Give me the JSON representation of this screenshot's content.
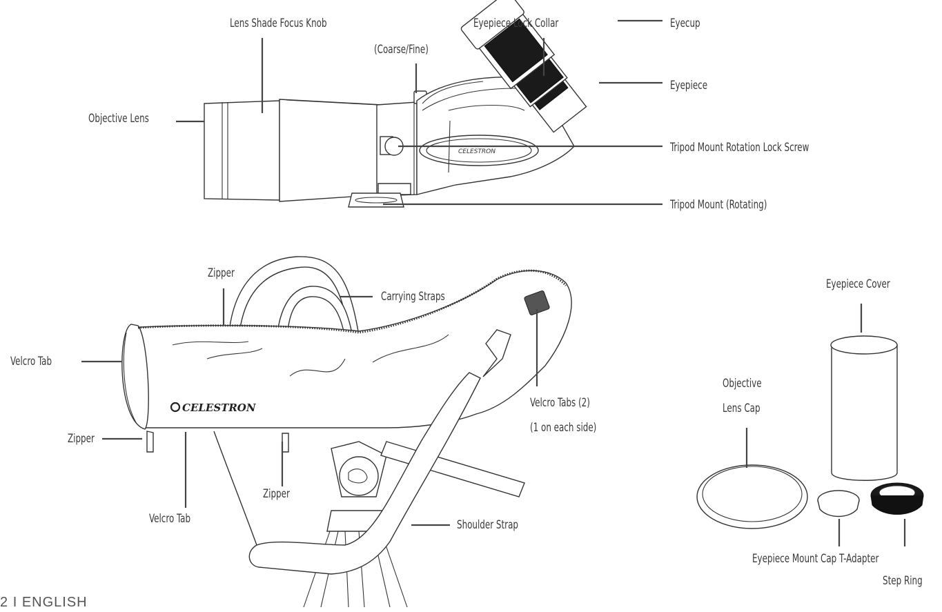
{
  "labels": {
    "lens_shade_focus_knob": "Lens Shade Focus Knob",
    "coarse_fine": "(Coarse/Fine)",
    "eyepiece_lock_collar": "Eyepiece Lock Collar",
    "eyecup": "Eyecup",
    "eyepiece": "Eyepiece",
    "objective_lens": "Objective Lens",
    "tripod_mount_rotation_lock_screw": "Tripod Mount Rotation Lock Screw",
    "tripod_mount_rotating": "Tripod Mount (Rotating)",
    "zipper_top": "Zipper",
    "carrying_straps": "Carrying Straps",
    "velcro_tab_left": "Velcro Tab",
    "zipper_left": "Zipper",
    "velcro_tab_bottom": "Velcro Tab",
    "zipper_bottom": "Zipper",
    "velcro_tabs_2": "Velcro Tabs (2)",
    "one_on_each_side": "(1 on each side)",
    "shoulder_strap": "Shoulder Strap",
    "eyepiece_cover": "Eyepiece Cover",
    "objective_lens_cap_line1": "Objective",
    "objective_lens_cap_line2": "Lens Cap",
    "eyepiece_mount_cap_t_adapter": "Eyepiece Mount Cap T-Adapter",
    "step_ring": "Step Ring"
  },
  "bag_brand": "CELESTRON",
  "scope_brand": "CELESTRON",
  "footer": {
    "page_number": "2",
    "separator": "I",
    "language": "ENGLISH"
  }
}
